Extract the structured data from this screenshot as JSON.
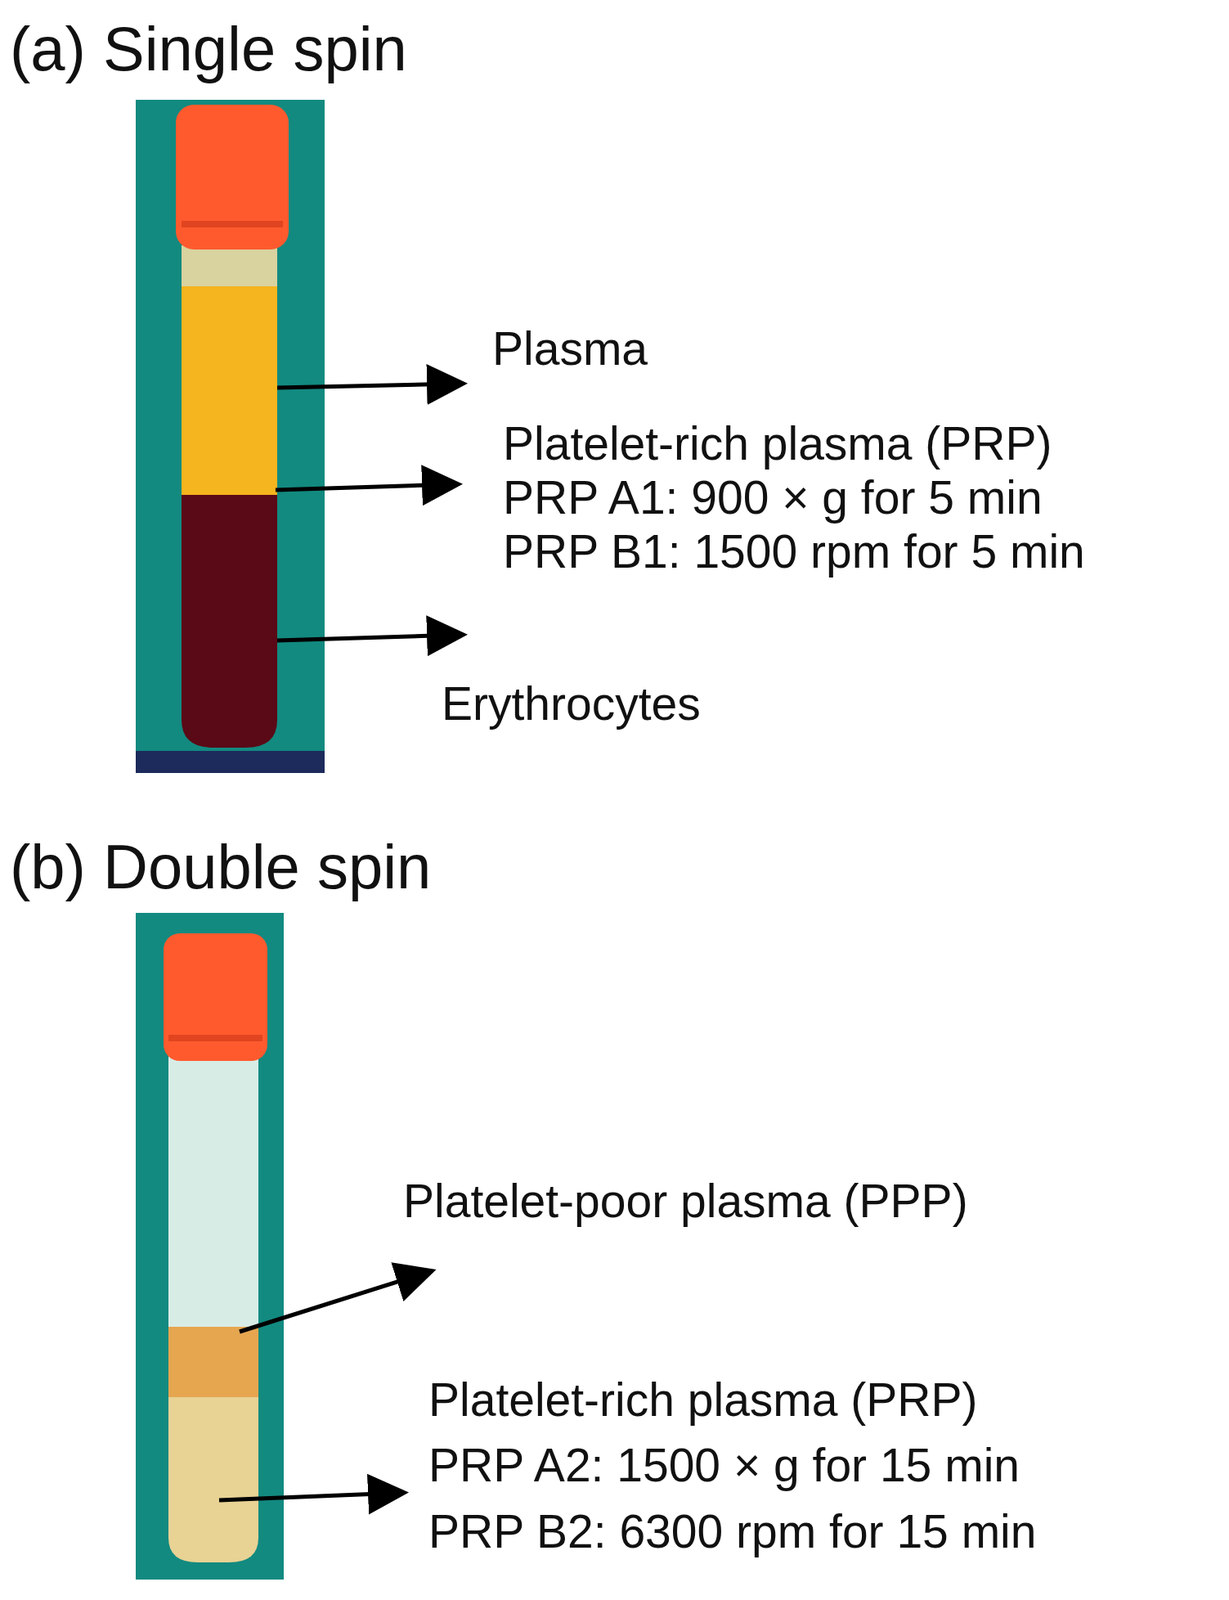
{
  "diagram": {
    "labels": [
      "(a) Single spin",
      "Plasma",
      "Platelet-rich plasma (PRP)",
      "PRP A1: 900 × g for 5 min",
      "PRP B1: 1500 rpm for 5 min",
      "Erythrocytes",
      "(b) Double spin",
      "Platelet-poor plasma (PPP)",
      "Platelet-rich plasma (PRP)",
      "PRP A2: 1500 × g for 15 min",
      "PRP B2: 6300 rpm for 15 min"
    ]
  }
}
